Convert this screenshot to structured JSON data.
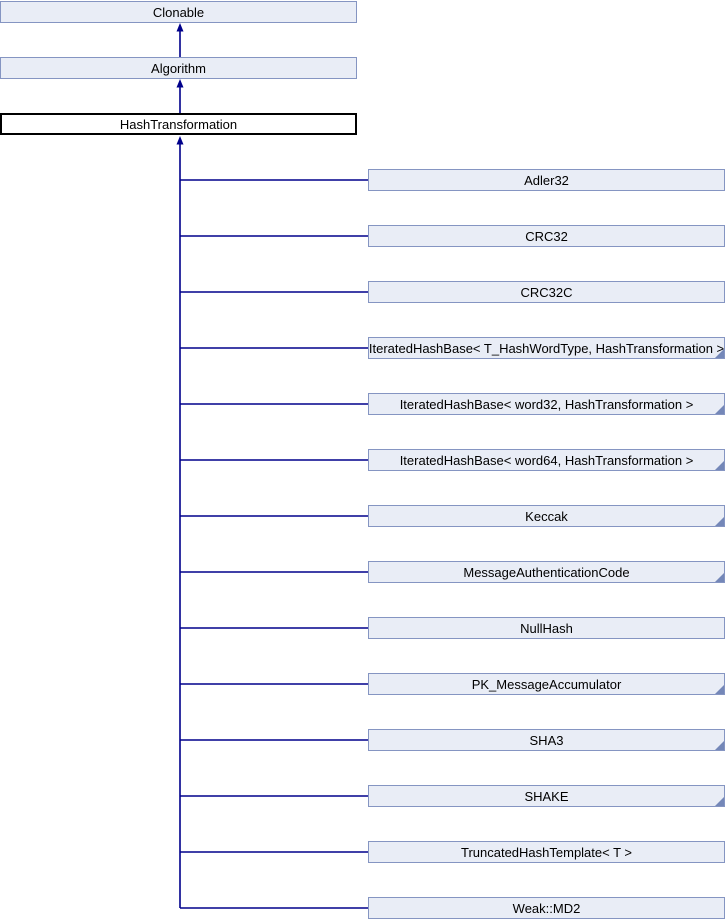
{
  "diagram": {
    "title": "HashTransformation inheritance diagram",
    "base_chain": [
      {
        "label": "Clonable"
      },
      {
        "label": "Algorithm"
      }
    ],
    "current": {
      "label": "HashTransformation"
    },
    "derived": [
      {
        "label": "Adler32",
        "truncated": false
      },
      {
        "label": "CRC32",
        "truncated": false
      },
      {
        "label": "CRC32C",
        "truncated": false
      },
      {
        "label": "IteratedHashBase< T_HashWordType, HashTransformation >",
        "truncated": true
      },
      {
        "label": "IteratedHashBase< word32, HashTransformation >",
        "truncated": true
      },
      {
        "label": "IteratedHashBase< word64, HashTransformation >",
        "truncated": true
      },
      {
        "label": "Keccak",
        "truncated": true
      },
      {
        "label": "MessageAuthenticationCode",
        "truncated": true
      },
      {
        "label": "NullHash",
        "truncated": false
      },
      {
        "label": "PK_MessageAccumulator",
        "truncated": true
      },
      {
        "label": "SHA3",
        "truncated": true
      },
      {
        "label": "SHAKE",
        "truncated": true
      },
      {
        "label": "TruncatedHashTemplate< T >",
        "truncated": false
      },
      {
        "label": "Weak::MD2",
        "truncated": false
      }
    ],
    "colors": {
      "node_fill": "#e9edf6",
      "node_border": "#8595c2",
      "current_fill": "#ffffff",
      "current_border": "#000000",
      "edge": "#00008b",
      "fold": "#7487b8"
    }
  }
}
